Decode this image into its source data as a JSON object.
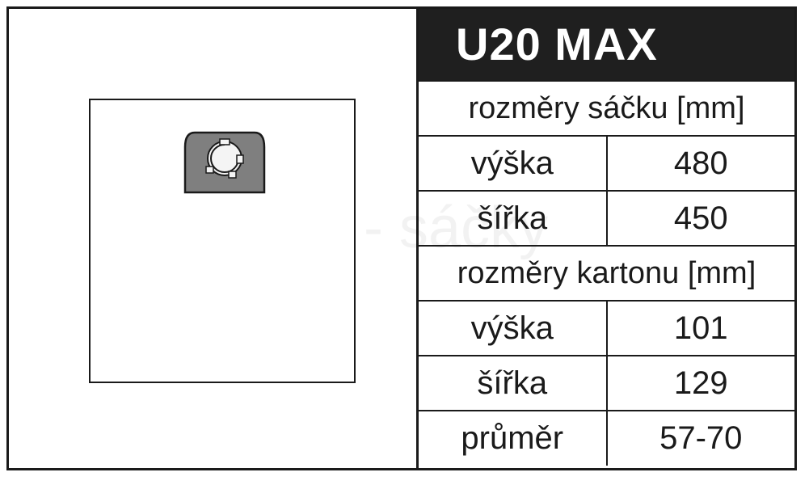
{
  "product": {
    "title": "U20 MAX",
    "watermark": "Jolly - sáčky"
  },
  "bag_dimensions": {
    "heading": "rozměry sáčku [mm]",
    "rows": [
      {
        "label": "výška",
        "value": "480"
      },
      {
        "label": "šířka",
        "value": "450"
      }
    ]
  },
  "carton_dimensions": {
    "heading": "rozměry kartonu [mm]",
    "rows": [
      {
        "label": "výška",
        "value": "101"
      },
      {
        "label": "šířka",
        "value": "129"
      },
      {
        "label": "průměr",
        "value": "57-70"
      }
    ]
  },
  "colors": {
    "header_bg": "#1f1f1f",
    "collar": "#8a8a8a"
  }
}
